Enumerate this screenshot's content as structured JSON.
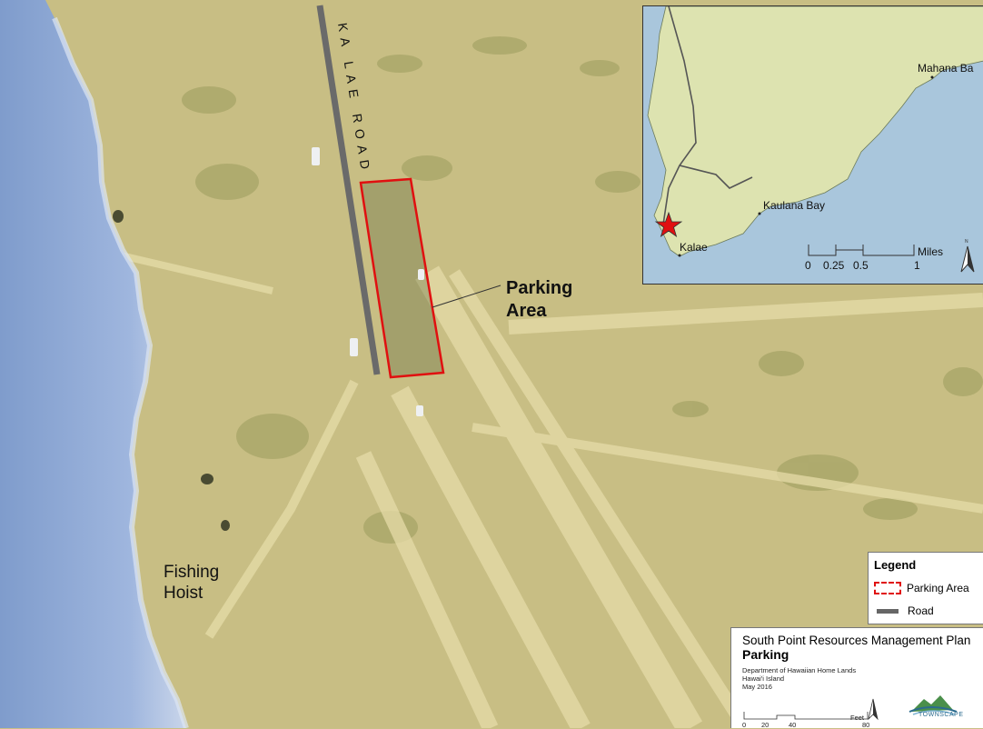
{
  "map": {
    "road_label": "KA LAE ROAD",
    "parking_label_line1": "Parking",
    "parking_label_line2": "Area",
    "fishing_label_line1": "Fishing",
    "fishing_label_line2": "Hoist"
  },
  "inset": {
    "places": {
      "mahana": "Mahana Ba",
      "kaulana": "Kaulana Bay",
      "kalae": "Kalae"
    },
    "scale": {
      "unit": "Miles",
      "ticks": [
        "0",
        "0.25",
        "0.5",
        "1"
      ]
    },
    "north_label": "N"
  },
  "legend": {
    "title": "Legend",
    "items": [
      {
        "label": "Parking Area",
        "symbol": "red-dashed-rectangle"
      },
      {
        "label": "Road",
        "symbol": "gray-line"
      }
    ]
  },
  "titleblock": {
    "plan_title": "South Point Resources Management Plan",
    "subtitle": "Parking",
    "lines": [
      "Department of Hawaiian Home Lands",
      "Hawai'i Island",
      "May 2016"
    ],
    "scale": {
      "unit": "Feet",
      "ticks": [
        "0",
        "20",
        "40",
        "80"
      ]
    },
    "logo_text": "TOWNSCAPE"
  },
  "colors": {
    "ocean": "#8fa9d6",
    "land": "#c9bf86",
    "parking": "#e01010",
    "road": "#666666",
    "inset_land": "#dde3b0",
    "inset_water": "#a9c6dc",
    "star": "#e01010"
  }
}
